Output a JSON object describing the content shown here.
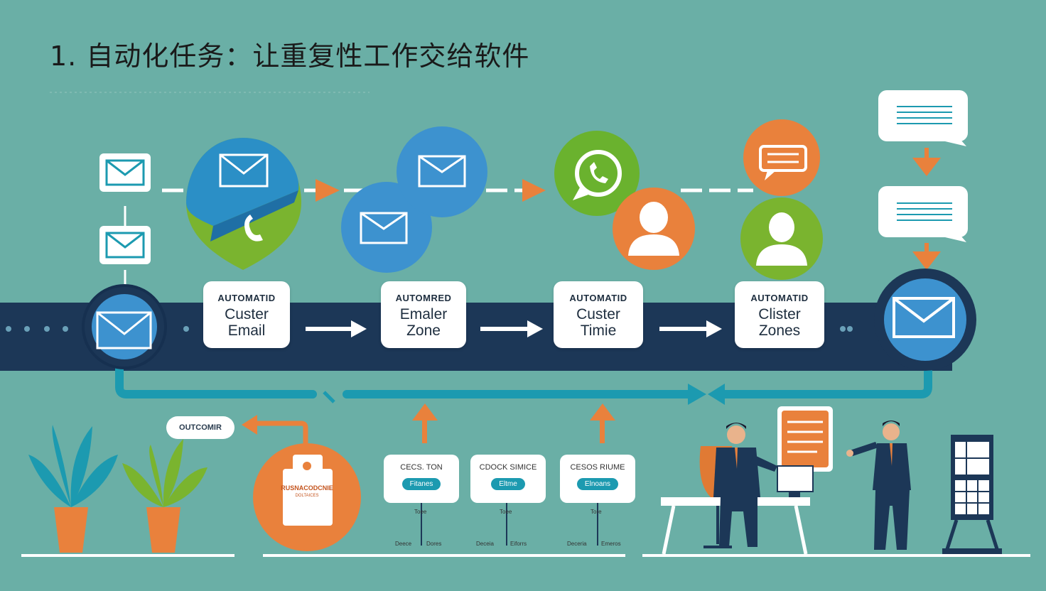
{
  "title": "1. 自动化任务：让重复性工作交给软件",
  "colors": {
    "background": "#6aafa6",
    "band": "#1c3757",
    "orange": "#e9813c",
    "blue": "#3d92cf",
    "green": "#7ab42f",
    "teal": "#1c9ab0"
  },
  "cards": [
    {
      "k": "AUTOMATID",
      "l1": "Custer",
      "l2": "Email"
    },
    {
      "k": "AUTOMRED",
      "l1": "Emaler",
      "l2": "Zone"
    },
    {
      "k": "AUTOMATID",
      "l1": "Custer",
      "l2": "Timie"
    },
    {
      "k": "AUTOMATID",
      "l1": "Clister",
      "l2": "Zones"
    }
  ],
  "mini_cards": [
    {
      "t": "CECS. TON",
      "p": "Fitanes"
    },
    {
      "t": "CDOCK SIMICE",
      "p": "Eltme"
    },
    {
      "t": "CESOS RIUME",
      "p": "Elnoans"
    }
  ],
  "mini_captions": [
    {
      "top": "Toee",
      "bl": "Deece",
      "br": "Dores"
    },
    {
      "top": "Toee",
      "bl": "Deceia",
      "br": "Eiforrs"
    },
    {
      "top": "Tore",
      "bl": "Deceria",
      "br": "Emeros"
    }
  ],
  "customer_label": "OUTCOMIR",
  "badge": {
    "line1": "RUSNACODCNIE",
    "line2": "DOLTAICES"
  },
  "icons": [
    "envelope-icon",
    "phone-icon",
    "whatsapp-icon",
    "person-icon",
    "chat-bubble-icon",
    "arrow-icon",
    "plant-icon",
    "businessman-icon",
    "desk-icon",
    "display-stand-icon"
  ]
}
